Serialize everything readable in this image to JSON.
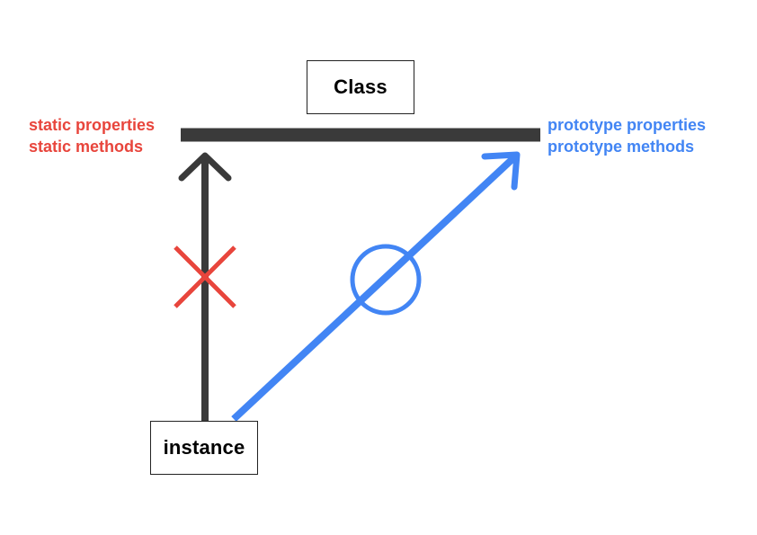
{
  "diagram": {
    "class_box": {
      "label": "Class"
    },
    "instance_box": {
      "label": "instance"
    },
    "static_side": {
      "lines": [
        "static properties",
        "static methods"
      ],
      "color": "#e8453c",
      "access": "blocked",
      "marker": "cross-icon"
    },
    "prototype_side": {
      "lines": [
        "prototype properties",
        "prototype methods"
      ],
      "color": "#4285f4",
      "access": "allowed",
      "marker": "circle-icon"
    },
    "colors": {
      "bar": "#3a3a3a",
      "static_arrow": "#3a3a3a",
      "prototype_arrow": "#4285f4",
      "cross": "#e8453c",
      "circle": "#4285f4"
    }
  }
}
